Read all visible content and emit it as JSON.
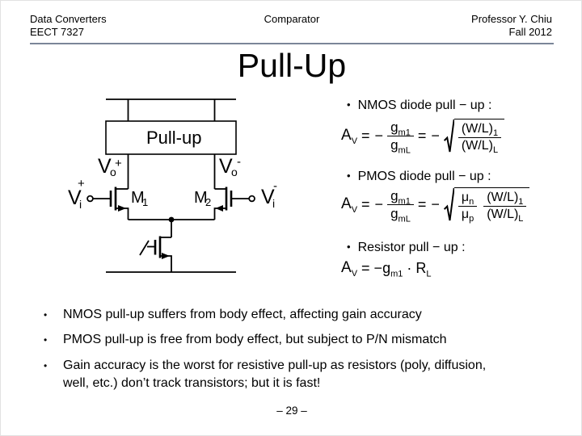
{
  "header": {
    "course": "Data Converters",
    "course_code": "EECT 7327",
    "topic": "Comparator",
    "professor": "Professor Y. Chiu",
    "term": "Fall 2012"
  },
  "title": "Pull-Up",
  "glyphs": {
    "bullet": "•"
  },
  "circuit": {
    "box_label": "Pull-up",
    "labels": {
      "vo_plus": {
        "base": "V",
        "sub": "o",
        "sup": "+"
      },
      "vo_minus": {
        "base": "V",
        "sub": "o",
        "sup": "-"
      },
      "vi_plus": {
        "base": "V",
        "sub": "i",
        "sup": "+"
      },
      "vi_minus": {
        "base": "V",
        "sub": "i",
        "sup": "-"
      },
      "m1": {
        "base": "M",
        "sub": "1"
      },
      "m2": {
        "base": "M",
        "sub": "2"
      }
    }
  },
  "equations": {
    "nmos": {
      "heading": "NMOS diode pull − up :",
      "av": "A",
      "av_sub": "V",
      "eq": "=",
      "minus": "−",
      "gm_num": "g",
      "gm_num_sub": "m1",
      "gm_den": "g",
      "gm_den_sub": "mL",
      "wl_num": "(W/L)",
      "wl_num_sub": "1",
      "wl_den": "(W/L)",
      "wl_den_sub": "L"
    },
    "pmos": {
      "heading": "PMOS diode pull − up :",
      "av": "A",
      "av_sub": "V",
      "eq": "=",
      "minus": "−",
      "gm_num": "g",
      "gm_num_sub": "m1",
      "gm_den": "g",
      "gm_den_sub": "mL",
      "mu_num": "μ",
      "mu_num_sub": "n",
      "mu_den": "μ",
      "mu_den_sub": "p",
      "wl_num": "(W/L)",
      "wl_num_sub": "1",
      "wl_den": "(W/L)",
      "wl_den_sub": "L"
    },
    "resistor": {
      "heading": "Resistor pull − up :",
      "av": "A",
      "av_sub": "V",
      "eq": "=",
      "minus": "−",
      "gm": "g",
      "gm_sub": "m1",
      "dot": "·",
      "r": "R",
      "r_sub": "L"
    }
  },
  "bullets": [
    {
      "lines": [
        "NMOS pull-up suffers from body effect, affecting gain accuracy"
      ]
    },
    {
      "lines": [
        "PMOS pull-up is free from body effect, but subject to P/N mismatch"
      ]
    },
    {
      "lines": [
        "Gain accuracy is the worst for resistive pull-up as resistors (poly, diffusion,",
        "well, etc.) don’t track transistors; but it is fast!"
      ]
    }
  ],
  "footer": {
    "page": "– 29 –"
  }
}
